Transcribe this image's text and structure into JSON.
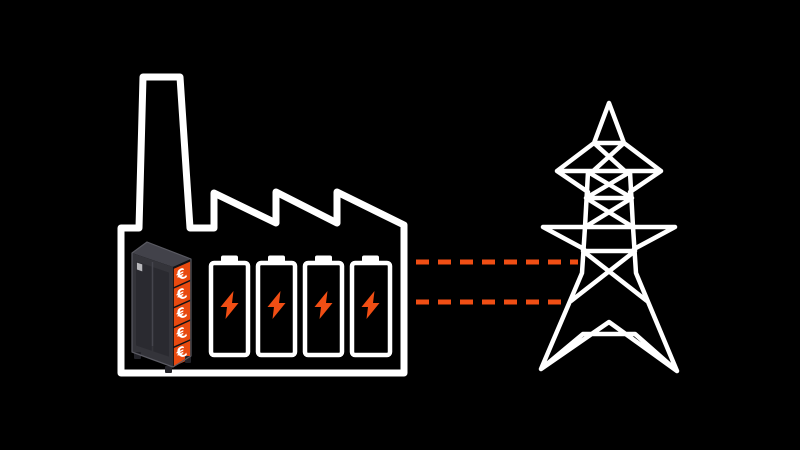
{
  "colors": {
    "bg": "#000000",
    "line": "#ffffff",
    "accent": "#f04e14",
    "tile": "#e8490f",
    "cab-top": "#42424a",
    "cab-front": "#34343a",
    "cab-door": "#2a2a30",
    "cab-side": "#131316",
    "cab-edge": "#5a5a62",
    "cab-label": "#b9b9bd",
    "cab-foot": "#222228"
  },
  "cabinet": {
    "tile_label": "€",
    "tile_count": 5
  },
  "batteries": {
    "count": 4,
    "icon": "lightning-icon"
  },
  "connections": {
    "count": 2,
    "style": "dashed"
  },
  "icons": {
    "factory": "factory-icon",
    "battery": "battery-icon",
    "lightning": "lightning-icon",
    "tower": "transmission-tower-icon",
    "euro": "euro-icon"
  }
}
